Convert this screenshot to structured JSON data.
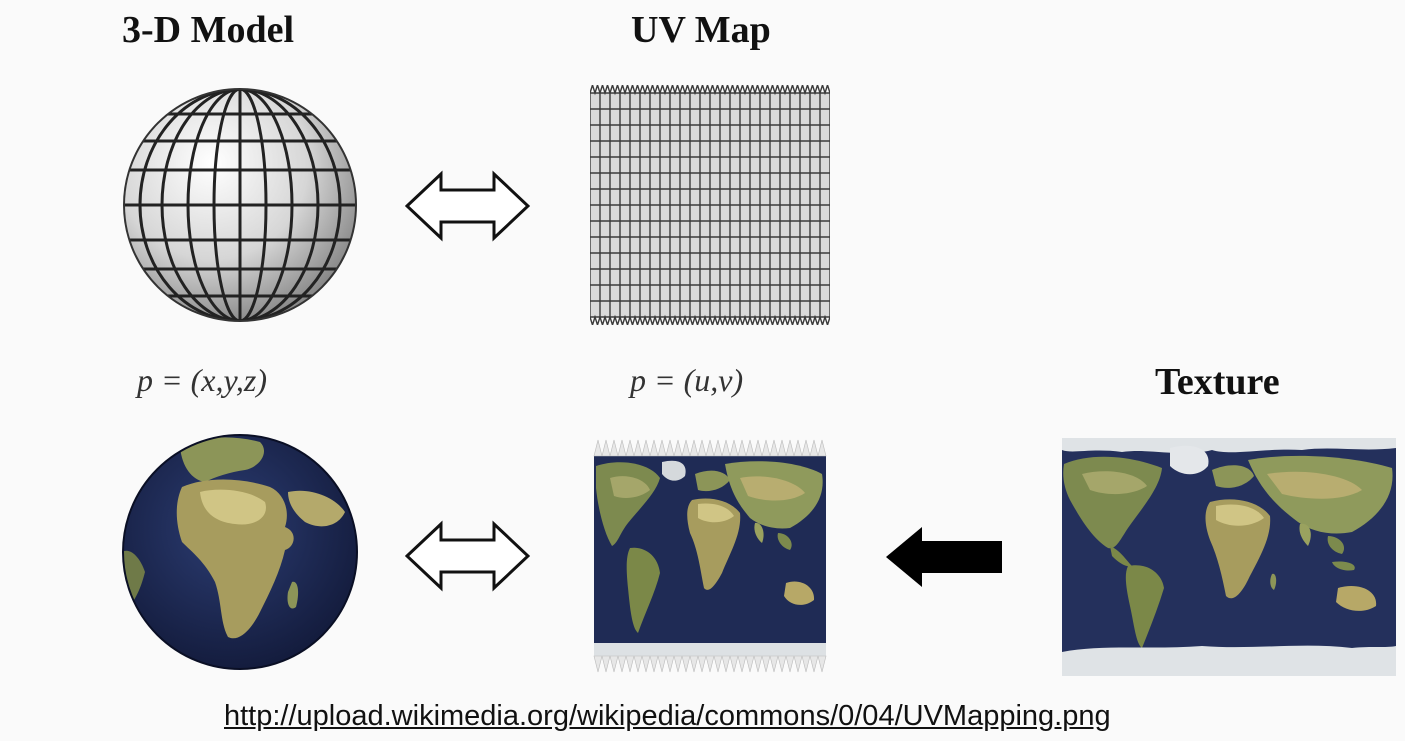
{
  "labels": {
    "model_title": "3-D Model",
    "uv_title": "UV Map",
    "texture_title": "Texture",
    "model_formula": "p = (x,y,z)",
    "uv_formula": "p = (u,v)"
  },
  "source_url": "http://upload.wikimedia.org/wikipedia/commons/0/04/UVMapping.png",
  "colors": {
    "ocean": "#1f2b55",
    "land": "#8f9a5c",
    "land_light": "#c9c182",
    "ice": "#e4e7ea",
    "grid_line": "#333333",
    "arrow_fill_solid": "#000000"
  },
  "icons": {
    "double_arrow": "double-arrow-icon",
    "left_arrow": "left-arrow-icon"
  }
}
